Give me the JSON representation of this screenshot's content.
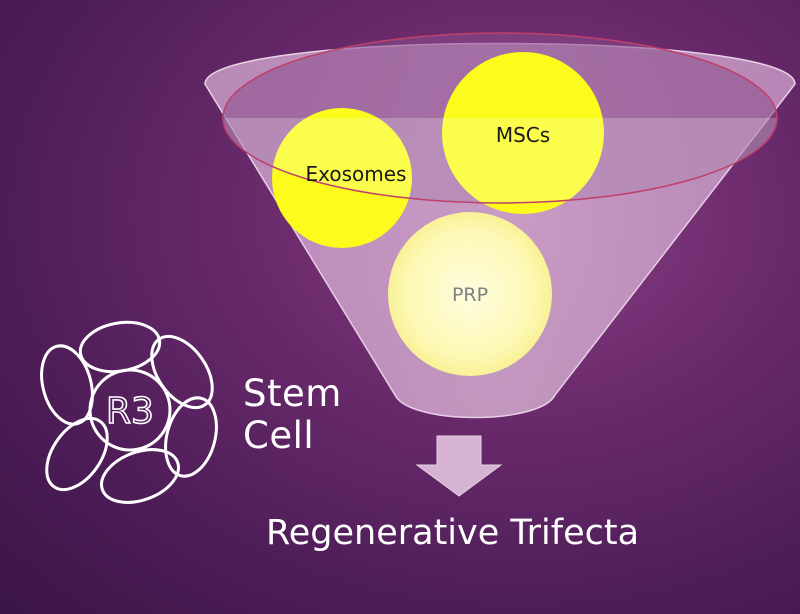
{
  "diagram": {
    "nodes": [
      {
        "id": "exosomes",
        "label": "Exosomes"
      },
      {
        "id": "mscs",
        "label": "MSCs"
      },
      {
        "id": "prp",
        "label": "PRP"
      }
    ],
    "edges": [
      {
        "from": "funnel",
        "to": "result",
        "kind": "arrow"
      }
    ],
    "result_label": "Regenerative Trifecta"
  },
  "logo": {
    "mark_text": "R3",
    "name_line1": "Stem",
    "name_line2": "Cell"
  },
  "colors": {
    "background": "#5a2366",
    "funnel": "#c9a0c8",
    "circle_fill": "#fafa1a",
    "circle_light": "#fdfbc0",
    "arrow": "#d6b3d2",
    "text_light": "#ffffff",
    "label_dark": "#1a1a1a",
    "label_gray": "#777777"
  }
}
